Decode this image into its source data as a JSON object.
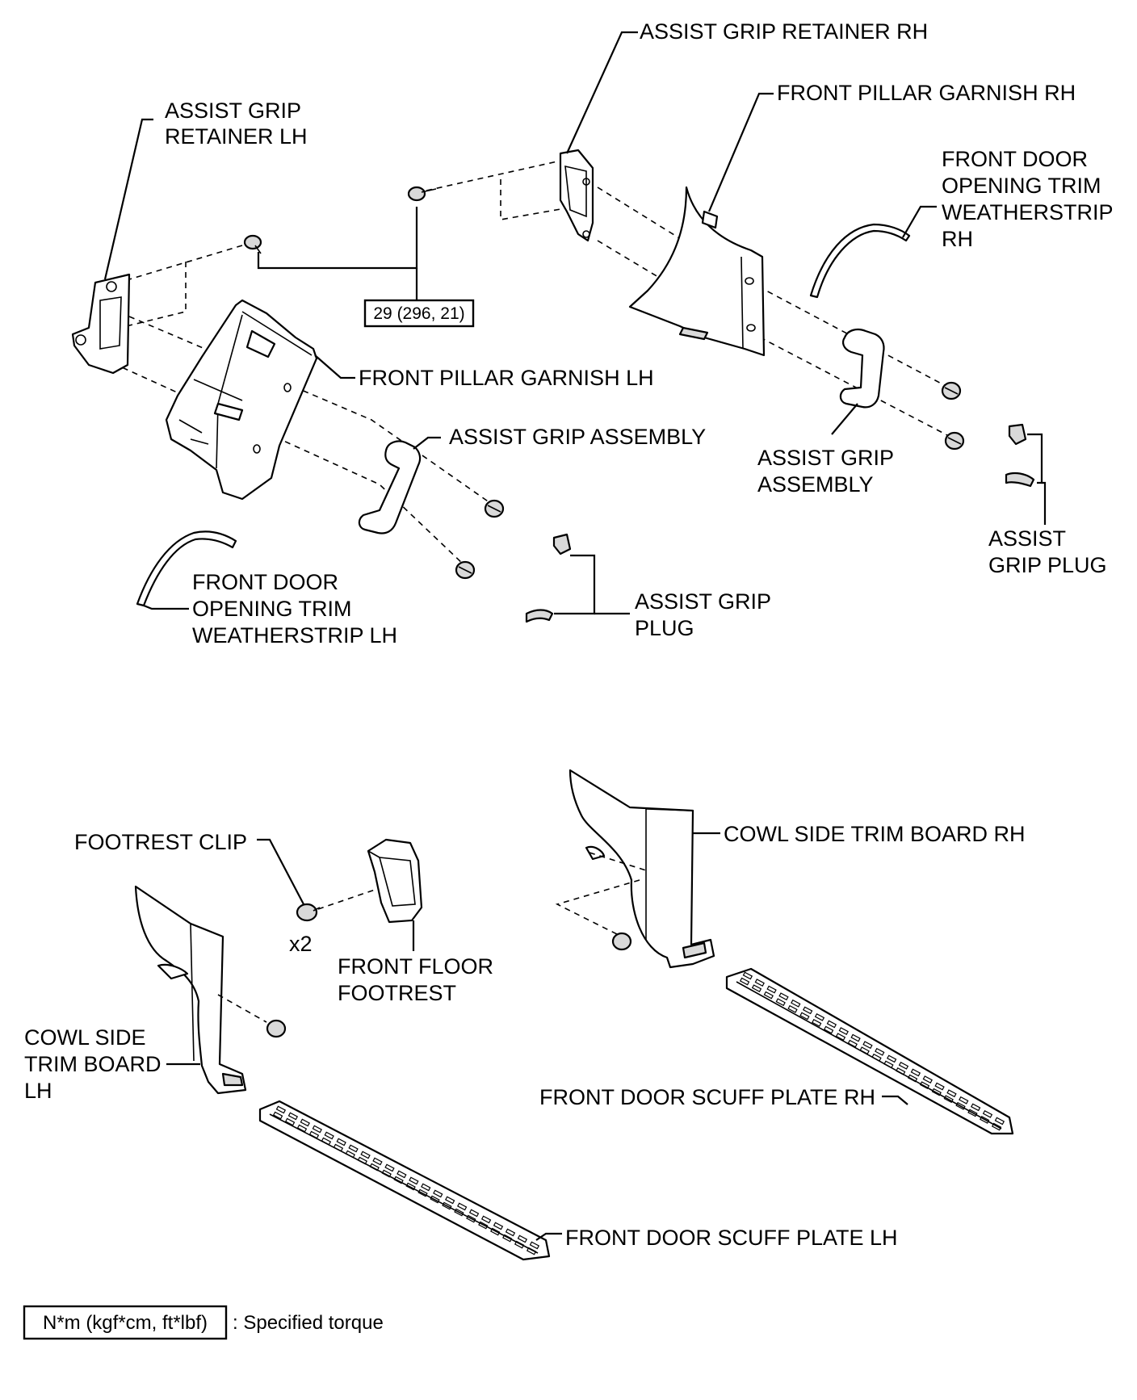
{
  "labels": {
    "assist_grip_retainer_rh": "ASSIST GRIP RETAINER RH",
    "front_pillar_garnish_rh": "FRONT PILLAR GARNISH RH",
    "assist_grip_retainer_lh": [
      "ASSIST GRIP",
      "RETAINER LH"
    ],
    "front_door_opening_trim_weatherstrip_rh": [
      "FRONT DOOR",
      "OPENING TRIM",
      "WEATHERSTRIP",
      "RH"
    ],
    "front_pillar_garnish_lh": "FRONT PILLAR GARNISH LH",
    "assist_grip_assembly_lh": "ASSIST GRIP ASSEMBLY",
    "assist_grip_assembly_rh": [
      "ASSIST GRIP",
      "ASSEMBLY"
    ],
    "assist_grip_plug_rh": [
      "ASSIST",
      "GRIP PLUG"
    ],
    "front_door_opening_trim_weatherstrip_lh": [
      "FRONT DOOR",
      "OPENING TRIM",
      "WEATHERSTRIP LH"
    ],
    "assist_grip_plug_lh": [
      "ASSIST GRIP",
      "PLUG"
    ],
    "footrest_clip": "FOOTREST CLIP",
    "footrest_clip_qty": "x2",
    "front_floor_footrest": [
      "FRONT FLOOR",
      "FOOTREST"
    ],
    "cowl_side_trim_board_rh": "COWL SIDE TRIM BOARD RH",
    "cowl_side_trim_board_lh": [
      "COWL SIDE",
      "TRIM BOARD",
      "LH"
    ],
    "front_door_scuff_plate_rh": "FRONT DOOR SCUFF PLATE RH",
    "front_door_scuff_plate_lh": "FRONT DOOR SCUFF PLATE LH"
  },
  "torque": {
    "value": "29 (296, 21)"
  },
  "legend": {
    "units": "N*m (kgf*cm, ft*lbf)",
    "text": ": Specified torque"
  }
}
